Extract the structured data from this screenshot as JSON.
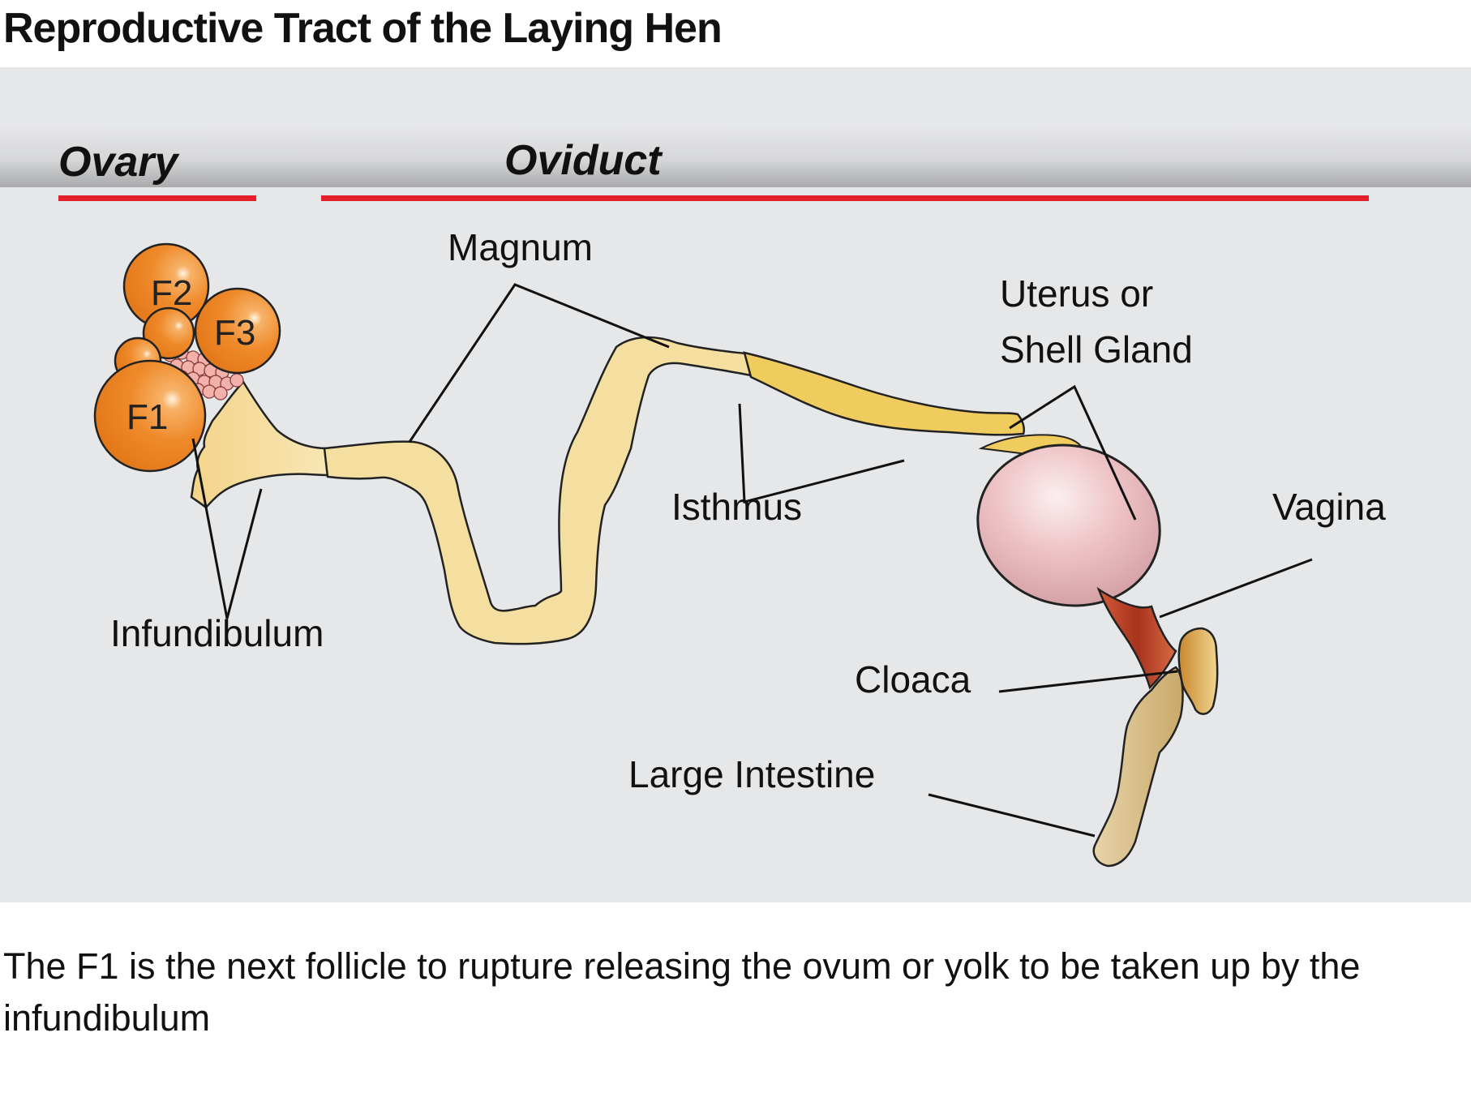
{
  "title": "Reproductive Tract of the Laying Hen",
  "sections": {
    "ovary": "Ovary",
    "oviduct": "Oviduct"
  },
  "follicles": {
    "f1": "F1",
    "f2": "F2",
    "f3": "F3"
  },
  "labels": {
    "infundibulum": "Infundibulum",
    "magnum": "Magnum",
    "isthmus": "Isthmus",
    "uterus_line1": "Uterus or",
    "uterus_line2": "Shell Gland",
    "vagina": "Vagina",
    "cloaca": "Cloaca",
    "large_intestine": "Large Intestine"
  },
  "caption": "The F1 is the next follicle to rupture releasing the ovum or yolk to be taken up by the infundibulum",
  "colors": {
    "panel": "#e6e7e9",
    "section_rule": "#e4202a",
    "follicle": "#ef8a2b",
    "oviduct": "#f5dfa0",
    "isthmus": "#f0cc5e",
    "uterus": "#eebfc3",
    "vagina": "#c4462a",
    "intestine": "#d7bd88"
  }
}
